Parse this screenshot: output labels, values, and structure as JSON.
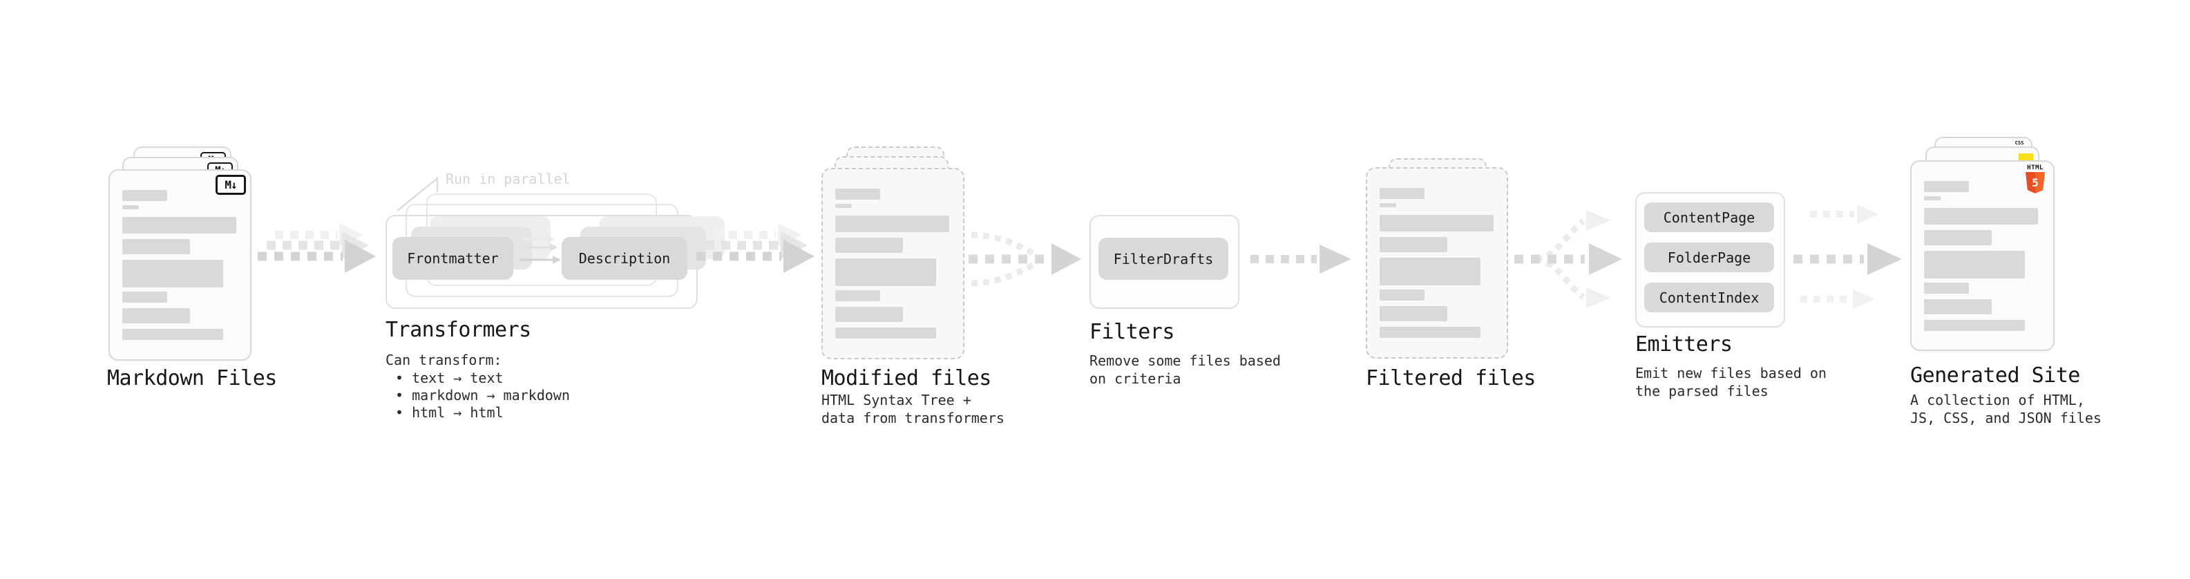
{
  "diagram": {
    "markdown_files": {
      "label": "Markdown Files",
      "badge": "M↓"
    },
    "transformers": {
      "title": "Transformers",
      "annotation": "Run in parallel",
      "node_frontmatter": "Frontmatter",
      "node_description": "Description",
      "desc_heading": "Can transform:",
      "bullets": [
        "• text → text",
        "• markdown → markdown",
        "• html → html"
      ]
    },
    "modified_files": {
      "label": "Modified files",
      "desc": [
        "HTML Syntax Tree +",
        "data from transformers"
      ]
    },
    "filters": {
      "title": "Filters",
      "node_filterdrafts": "FilterDrafts",
      "desc": [
        "Remove some files based",
        "on criteria"
      ]
    },
    "filtered_files": {
      "label": "Filtered files"
    },
    "emitters": {
      "title": "Emitters",
      "buttons": [
        "ContentPage",
        "FolderPage",
        "ContentIndex"
      ],
      "desc": [
        "Emit new files based on",
        "the parsed files"
      ]
    },
    "generated_site": {
      "label": "Generated Site",
      "desc": [
        "A collection of HTML,",
        "JS, CSS, and JSON files"
      ],
      "html_badge_label": "HTML",
      "html_badge_number": "5",
      "css_badge_label": "CSS"
    },
    "colors": {
      "html5_orange": "#e44d26",
      "js_yellow": "#f7df1e",
      "css_blue": "#2f6df2",
      "placeholder_gray": "#d9d9d9",
      "arrow_gray": "#d4d4d4"
    }
  }
}
